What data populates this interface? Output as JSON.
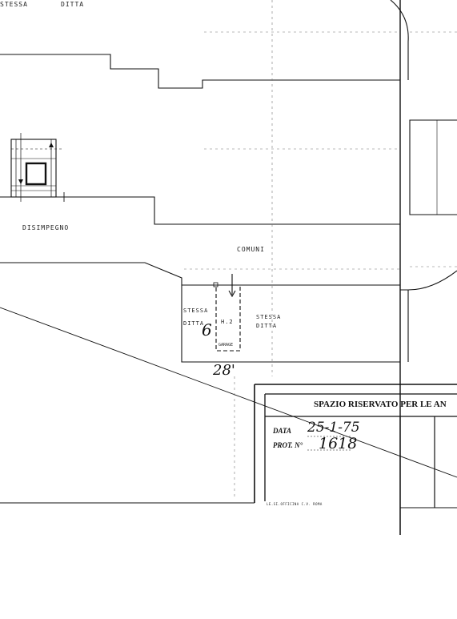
{
  "labels": {
    "top_stessa": "STESSA",
    "top_ditta": "DITTA",
    "disimpegno": "DISIMPEGNO",
    "comuni": "COMUNI",
    "left_stessa": "STESSA",
    "left_ditta": "DITTA",
    "unit_number": "6",
    "height": "H.2",
    "garage": "GARAGE",
    "right_stessa": "STESSA",
    "right_ditta": "DITTA",
    "dimension": "28'"
  },
  "stamp": {
    "title": "SPAZIO RISERVATO PER LE AN",
    "data_label": "DATA",
    "data_value": "25-1-75",
    "prot_label": "PROT. N°",
    "prot_value": "1618",
    "printer": "LE.SI.OFFICINA C.V. ROMA"
  }
}
